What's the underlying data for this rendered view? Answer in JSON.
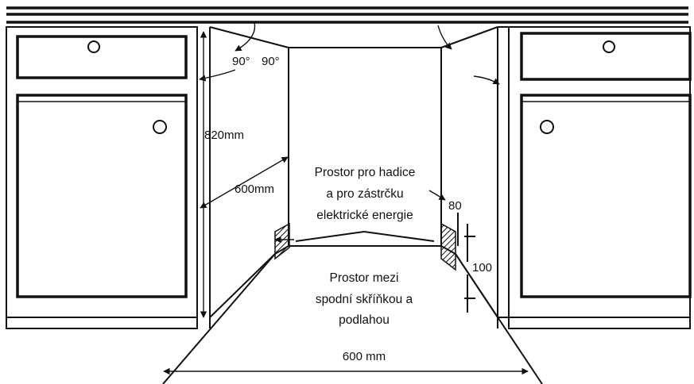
{
  "labels": {
    "angle_left": "90°",
    "angle_right": "90°",
    "height": "820mm",
    "depth": "600mm",
    "hose_space": [
      "Prostor pro hadice",
      "a pro zástrčku",
      "elektrické energie"
    ],
    "dim_small": "80",
    "dim_medium": "100",
    "floor_space": [
      "Prostor mezi",
      "spodní skříňkou a",
      "podlahou"
    ],
    "width": "600 mm"
  },
  "colors": {
    "line": "#111111",
    "background": "#ffffff"
  }
}
